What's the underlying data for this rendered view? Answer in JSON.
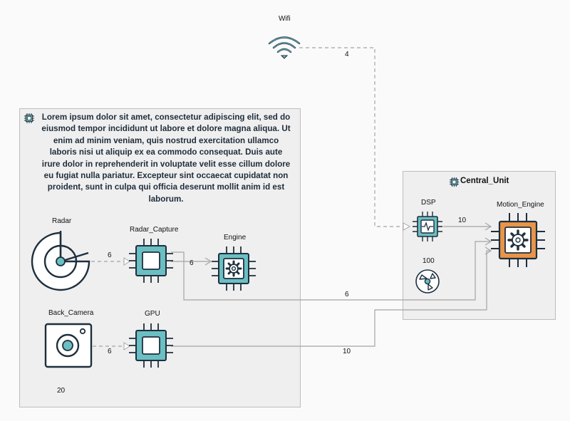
{
  "nodes": {
    "wifi": {
      "label": "Wifi"
    },
    "radar": {
      "label": "Radar"
    },
    "radar_capture": {
      "label": "Radar_Capture"
    },
    "engine": {
      "label": "Engine"
    },
    "back_camera": {
      "label": "Back_Camera"
    },
    "gpu": {
      "label": "GPU"
    },
    "dsp": {
      "label": "DSP"
    },
    "motion_engine": {
      "label": "Motion_Engine"
    },
    "fan": {
      "label": "100"
    }
  },
  "groups": {
    "sensor_group": {
      "description": "Lorem ipsum dolor sit amet, consectetur adipiscing elit, sed do eiusmod tempor incididunt ut labore et dolore magna aliqua. Ut enim ad minim veniam, quis nostrud exercitation ullamco laboris nisi ut aliquip ex ea commodo consequat. Duis aute irure dolor in reprehenderit in voluptate velit esse cillum dolore eu fugiat nulla pariatur. Excepteur sint occaecat cupidatat non proident, sunt in culpa qui officia deserunt mollit anim id est laborum.",
      "count": "20"
    },
    "central_unit": {
      "title": "Central_Unit"
    }
  },
  "edges": {
    "wifi_dsp": "4",
    "radar_radarcapture": "6",
    "radarcapture_engine": "6",
    "radarcapture_motion": "6",
    "camera_gpu": "6",
    "gpu_motion": "10",
    "dsp_motion": "10"
  },
  "colors": {
    "chip_teal": "#6bbfc3",
    "chip_orange": "#e8954a",
    "outline": "#1e2f3d",
    "wire": "#a5a5a5"
  },
  "icons": {
    "wifi": "wifi-icon",
    "radar": "radar-icon",
    "camera": "camera-icon",
    "chip": "cpu-chip-icon",
    "gear_chip": "gear-chip-icon",
    "dsp": "waveform-chip-icon",
    "fan": "fan-icon"
  }
}
